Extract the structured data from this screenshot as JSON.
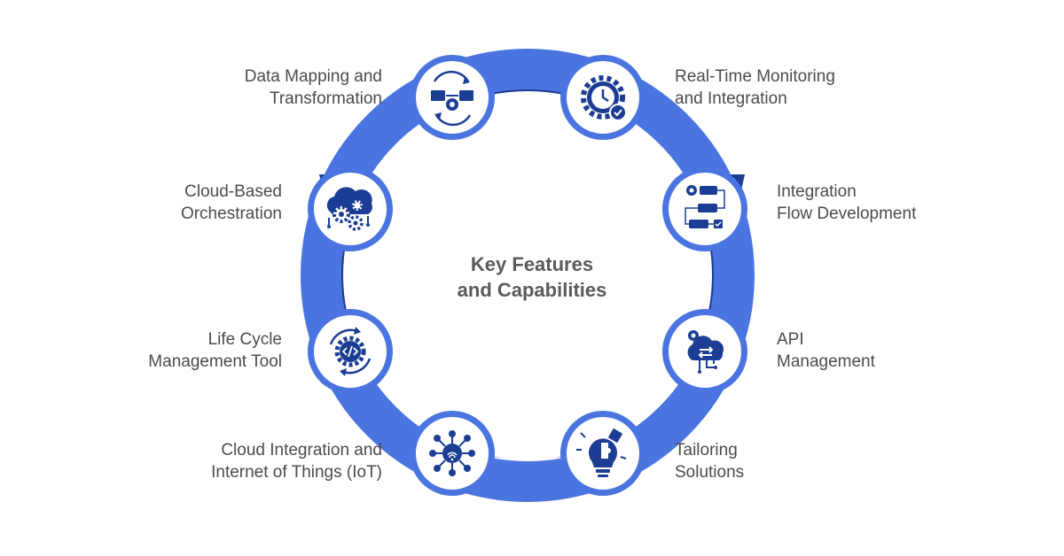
{
  "title": {
    "line1": "Key Features",
    "line2": "and Capabilities"
  },
  "colors": {
    "ring_light": "#4a74e0",
    "ring_dark": "#1b3d94",
    "circle_border": "#4a74e0",
    "icon": "#1b3d94",
    "text": "#4b4b4b"
  },
  "features": [
    {
      "line1": "Data Mapping and",
      "line2": "Transformation",
      "icon": "folder-sync-gear-icon"
    },
    {
      "line1": "Real-Time Monitoring",
      "line2": "and Integration",
      "icon": "gear-clock-check-icon"
    },
    {
      "line1": "Integration",
      "line2": "Flow Development",
      "icon": "workflow-icon"
    },
    {
      "line1": "API",
      "line2": "Management",
      "icon": "cloud-api-icon"
    },
    {
      "line1": "Tailoring",
      "line2": "Solutions",
      "icon": "lightbulb-puzzle-icon"
    },
    {
      "line1": "Cloud Integration and",
      "line2": "Internet of Things (IoT)",
      "icon": "iot-network-icon"
    },
    {
      "line1": "Life Cycle",
      "line2": "Management Tool",
      "icon": "code-gear-cycle-icon"
    },
    {
      "line1": "Cloud-Based",
      "line2": "Orchestration",
      "icon": "cloud-gears-icon"
    }
  ]
}
